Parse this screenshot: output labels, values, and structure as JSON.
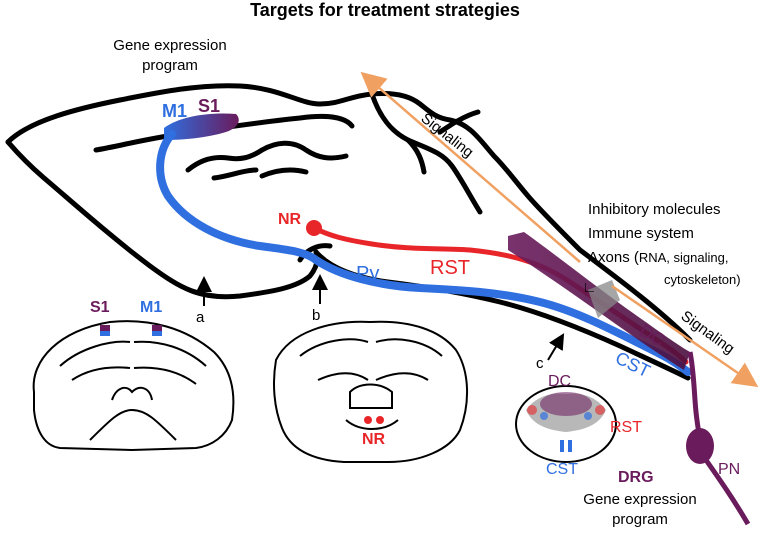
{
  "title": "Targets for treatment strategies",
  "labels": {
    "gene_expr_top_1": "Gene expression",
    "gene_expr_top_2": "program",
    "m1": "M1",
    "s1": "S1",
    "nr": "NR",
    "rst": "RST",
    "py": "Py",
    "dc": "DC",
    "cst": "CST",
    "signaling_top": "Signaling",
    "signaling_bottom": "Signaling",
    "inhibitory": "Inhibitory molecules",
    "immune": "Immune system",
    "axons_prefix": "Axons (",
    "axons_detail": "RNA, signaling,",
    "axons_detail2": "cytoskeleton)",
    "section_a": "a",
    "section_b": "b",
    "section_c": "c",
    "coronal_s1": "S1",
    "coronal_m1": "M1",
    "coronal_nr": "NR",
    "cord_dc": "DC",
    "cord_rst": "RST",
    "cord_cst": "CST",
    "drg": "DRG",
    "pn": "PN",
    "gene_expr_bottom_1": "Gene expression",
    "gene_expr_bottom_2": "program"
  },
  "colors": {
    "cst_blue": "#2f6fe0",
    "rst_red": "#e8262a",
    "dc_purple": "#6a1b5c",
    "signaling_orange": "#f0a060",
    "outline": "#000000"
  }
}
